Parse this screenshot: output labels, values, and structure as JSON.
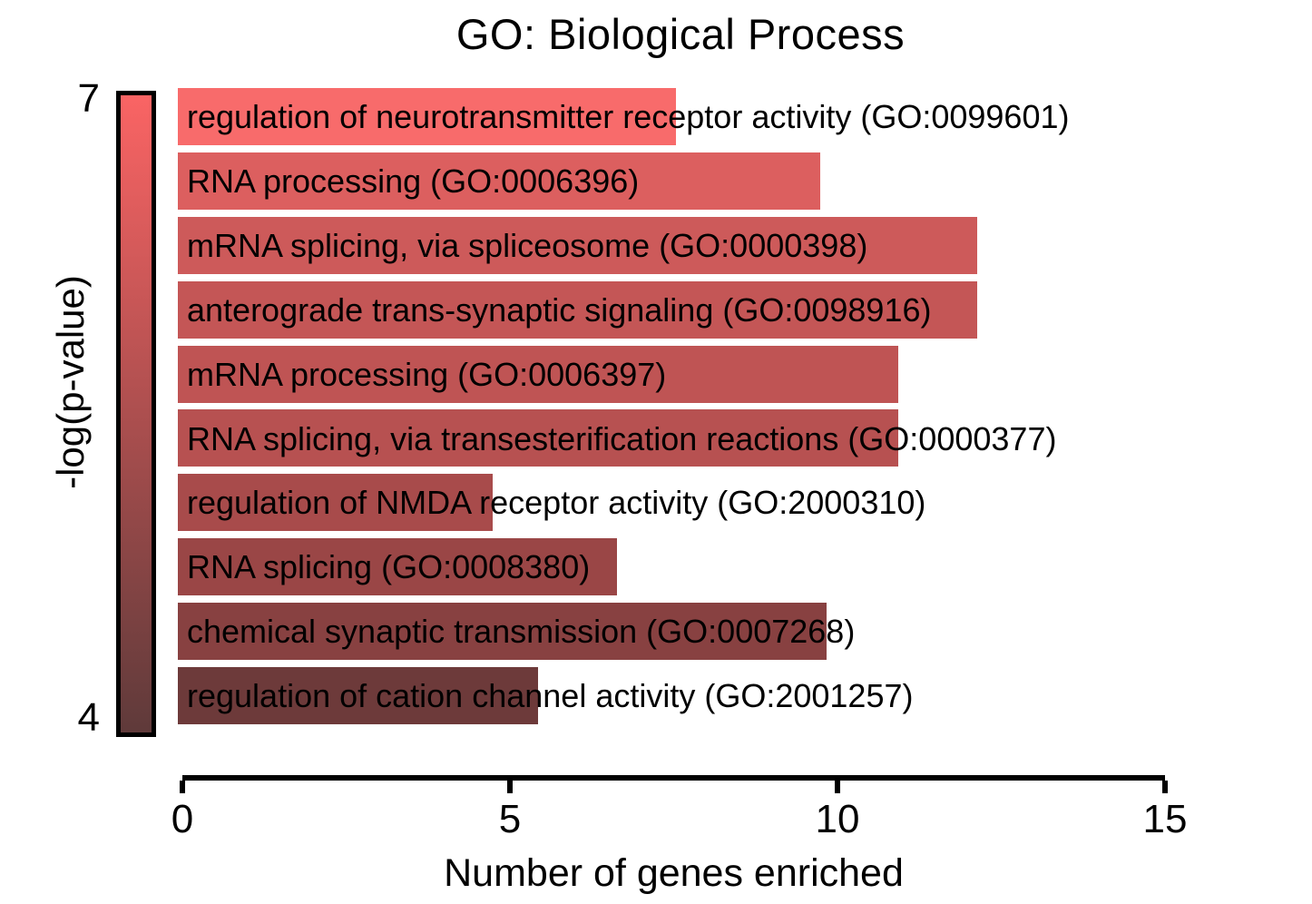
{
  "title": "GO: Biological Process",
  "chart_data": {
    "type": "bar",
    "orientation": "horizontal",
    "title": "GO: Biological Process",
    "xlabel": "Number of genes enriched",
    "xlim": [
      0,
      15
    ],
    "xticks": [
      "0",
      "5",
      "10",
      "15"
    ],
    "grid": false,
    "colorbar": {
      "label": "-log(p-value)",
      "max_label": "7",
      "min_label": "4",
      "top_color": "#fa6464",
      "bottom_color": "#5f3a3a",
      "border_color": "#000000"
    },
    "bars": [
      {
        "label": "regulation of neurotransmitter receptor activity (GO:0099601)",
        "value": 7.6,
        "color": "#f86b6b"
      },
      {
        "label": "RNA processing (GO:0006396)",
        "value": 9.8,
        "color": "#dc5f5f"
      },
      {
        "label": "mRNA splicing, via spliceosome (GO:0000398)",
        "value": 12.2,
        "color": "#cd5a5a"
      },
      {
        "label": "anterograde trans-synaptic signaling (GO:0098916)",
        "value": 12.2,
        "color": "#c45656"
      },
      {
        "label": "mRNA processing (GO:0006397)",
        "value": 11.0,
        "color": "#bf5454"
      },
      {
        "label": "RNA splicing, via transesterification reactions (GO:0000377)",
        "value": 11.0,
        "color": "#b75151"
      },
      {
        "label": "regulation of NMDA receptor activity (GO:2000310)",
        "value": 4.8,
        "color": "#a84b4b"
      },
      {
        "label": "RNA splicing (GO:0008380)",
        "value": 6.7,
        "color": "#9a4646"
      },
      {
        "label": "chemical synaptic transmission (GO:0007268)",
        "value": 9.9,
        "color": "#884141"
      },
      {
        "label": "regulation of cation channel activity (GO:2001257)",
        "value": 5.5,
        "color": "#6d3a3a"
      }
    ]
  }
}
